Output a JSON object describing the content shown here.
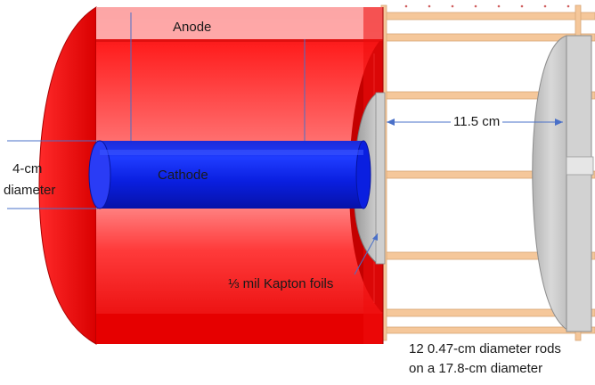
{
  "labels": {
    "anode": "Anode",
    "cathode": "Cathode",
    "cathode_diameter_line1": "4-cm",
    "cathode_diameter_line2": "diameter",
    "gap": "11.5 cm",
    "foils": "⅓ mil Kapton foils",
    "rods_line1": "12 0.47-cm diameter rods",
    "rods_line2": "on a 17.8-cm diameter"
  },
  "colors": {
    "anode_red": "#ff1a1a",
    "anode_dark": "#c80000",
    "cathode_blue": "#0a1fe0",
    "rod_tan": "#f5c79a",
    "plate_gray": "#c8c8c8",
    "dimension_line": "#4a70c8"
  }
}
